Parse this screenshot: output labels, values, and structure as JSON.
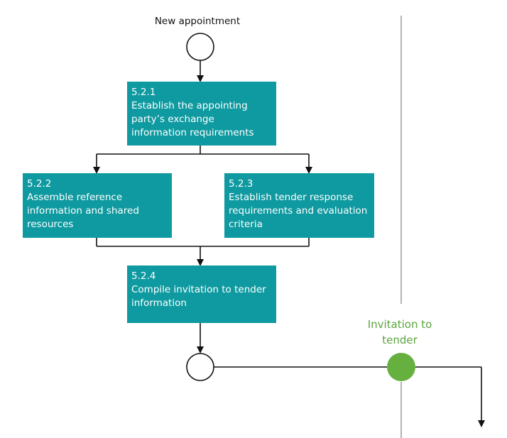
{
  "start_label": "New appointment",
  "steps": [
    {
      "id": "5.2.1",
      "title": "Establish the appointing party’s exchange information requirements"
    },
    {
      "id": "5.2.2",
      "title": "Assemble reference information and shared resources"
    },
    {
      "id": "5.2.3",
      "title": "Establish tender response requirements and evaluation criteria"
    },
    {
      "id": "5.2.4",
      "title": "Compile invitation to tender information"
    }
  ],
  "milestone": {
    "label": "Invitation to tender",
    "color": "#66b03f"
  },
  "colors": {
    "box": "#0e9aa0",
    "line": "#111111",
    "divider": "#8a8a8a",
    "milestone_text": "#5aa43c"
  }
}
